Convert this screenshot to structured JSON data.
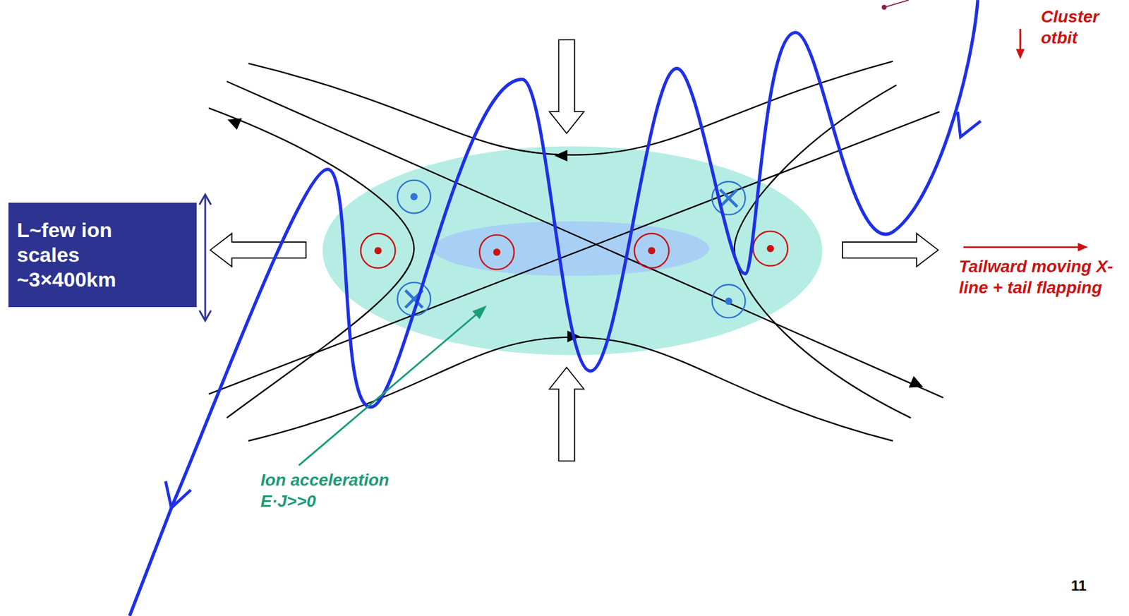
{
  "diagram": {
    "nodes": [
      {
        "text": [
          "L~few ion scales ~3×400km"
        ]
      }
    ],
    "labels": [
      "Cluster otbit",
      "Tailward moving X-line + tail flapping",
      "Ion acceleration E·J>>0",
      "11"
    ]
  }
}
